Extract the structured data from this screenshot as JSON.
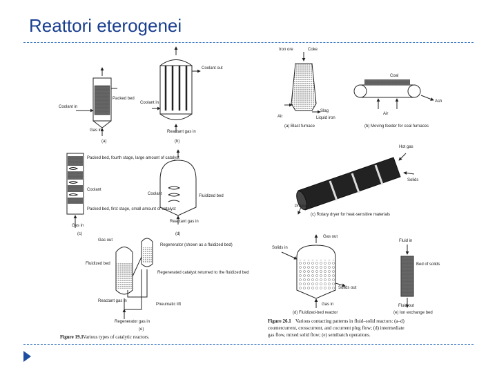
{
  "slide": {
    "title": "Reattori eterogenei"
  },
  "left_figure": {
    "labels": {
      "coolant_in_a": "Coolant in",
      "packed_bed": "Packed bed",
      "gas_in": "Gas in",
      "sub_a": "(a)",
      "coolant_out": "Coolant out",
      "coolant_in_b": "Coolant in",
      "reactant_gas_in_b": "Reactant gas in",
      "sub_b": "(b)",
      "packed_bed_fourth": "Packed bed, fourth stage, large amount of catalyst",
      "coolant_c": "Coolant",
      "packed_bed_first": "Packed bed, first stage, small amount of catalyst",
      "gas_in_c": "Gas in",
      "sub_c": "(c)",
      "coolant_d": "Coolant",
      "fluidized_bed_d": "Fluidized bed",
      "reactant_gas_in_d": "Reactant gas in",
      "sub_d": "(d)",
      "gas_out_e": "Gas out",
      "regenerator_blown": "Regenerator (shown as a fluidized bed)",
      "fluidized_bed_e": "Fluidized bed",
      "regenerated_catalyst": "Regenerated catalyst returned to the fluidized bed",
      "reactant_gas_in_e": "Reactant gas in",
      "pneumatic_lift": "Pneumatic lift",
      "regenerator_gas_in": "Regenerator gas in",
      "sub_e": "(e)"
    },
    "caption_bold": "Figure 19.1",
    "caption": "Various types of catalytic reactors."
  },
  "right_figure": {
    "labels": {
      "iron_ore": "Iron ore",
      "coke": "Coke",
      "air": "Air",
      "slag": "Slag",
      "liquid_iron": "Liquid iron",
      "blast_furnace": "(a) Blast furnace",
      "coal": "Coal",
      "ash": "Ash",
      "air2": "Air",
      "moving_feeder": "(b) Moving feeder for coal furnaces",
      "hot_gas": "Hot gas",
      "solids": "Solids",
      "product": "Product",
      "rotary_dryer": "(c) Rotary dryer for heat-sensitive materials",
      "gas_out": "Gas out",
      "solids_in": "Solids in",
      "solids_out": "Solids out",
      "gas_in": "Gas in",
      "fluidized_bed_reactor": "(d) Fluidized-bed reactor",
      "fluid_in": "Fluid in",
      "bed_of_solids": "Bed of solids",
      "fluid_out": "Fluid out",
      "ion_exchange": "(e) Ion exchange bed"
    },
    "caption_bold": "Figure 26.1",
    "caption_lines": [
      "Various contacting patterns in fluid–solid reactors: (a–d)",
      "countercurrent, crosscurrent, and cocurrent plug flow; (d) intermediate",
      "gas flow, mixed solid flow; (e) semibatch operations."
    ]
  }
}
